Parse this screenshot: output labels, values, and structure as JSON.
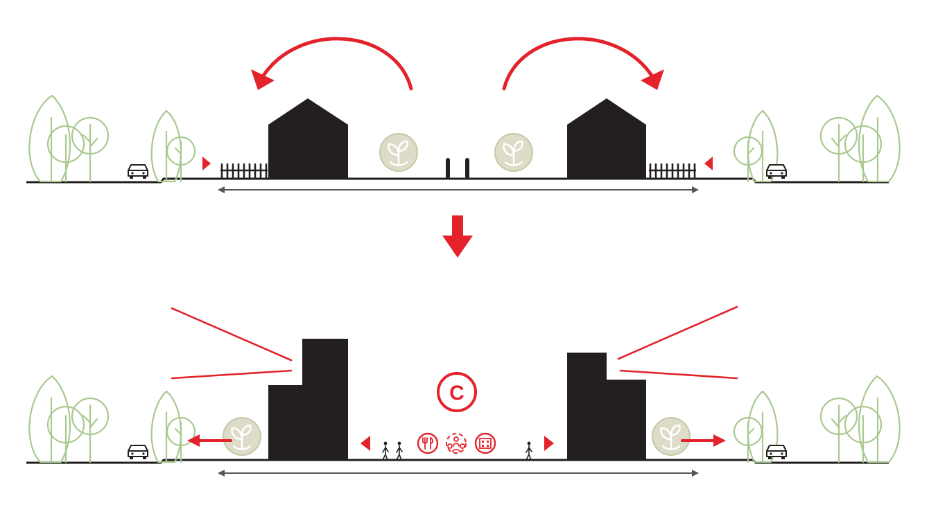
{
  "diagram": {
    "before_section": {
      "buildings": 2,
      "icons": [
        "car-icon",
        "plant-circle-icon",
        "fence",
        "bollard",
        "tree-icon"
      ],
      "arrows": [
        "curved-arrow-left",
        "curved-arrow-right",
        "entry-marker-left",
        "entry-marker-right"
      ]
    },
    "transition": {
      "icon": "down-arrow-icon"
    },
    "after_section": {
      "center_label": "C",
      "icons": [
        "fork-knife-icon",
        "people-circle-icon",
        "building-icon",
        "pedestrian-icon",
        "plant-circle-icon",
        "car-icon",
        "tree-icon"
      ],
      "arrows": [
        "greenery-arrow-left",
        "greenery-arrow-right",
        "view-lines-left",
        "view-lines-right"
      ]
    },
    "colors": {
      "accent_red": "#e3222b",
      "building": "#231f20",
      "tree_green": "#a9c98f",
      "green_circle": "#dcdcc8",
      "dimension_gray": "#555555"
    }
  }
}
